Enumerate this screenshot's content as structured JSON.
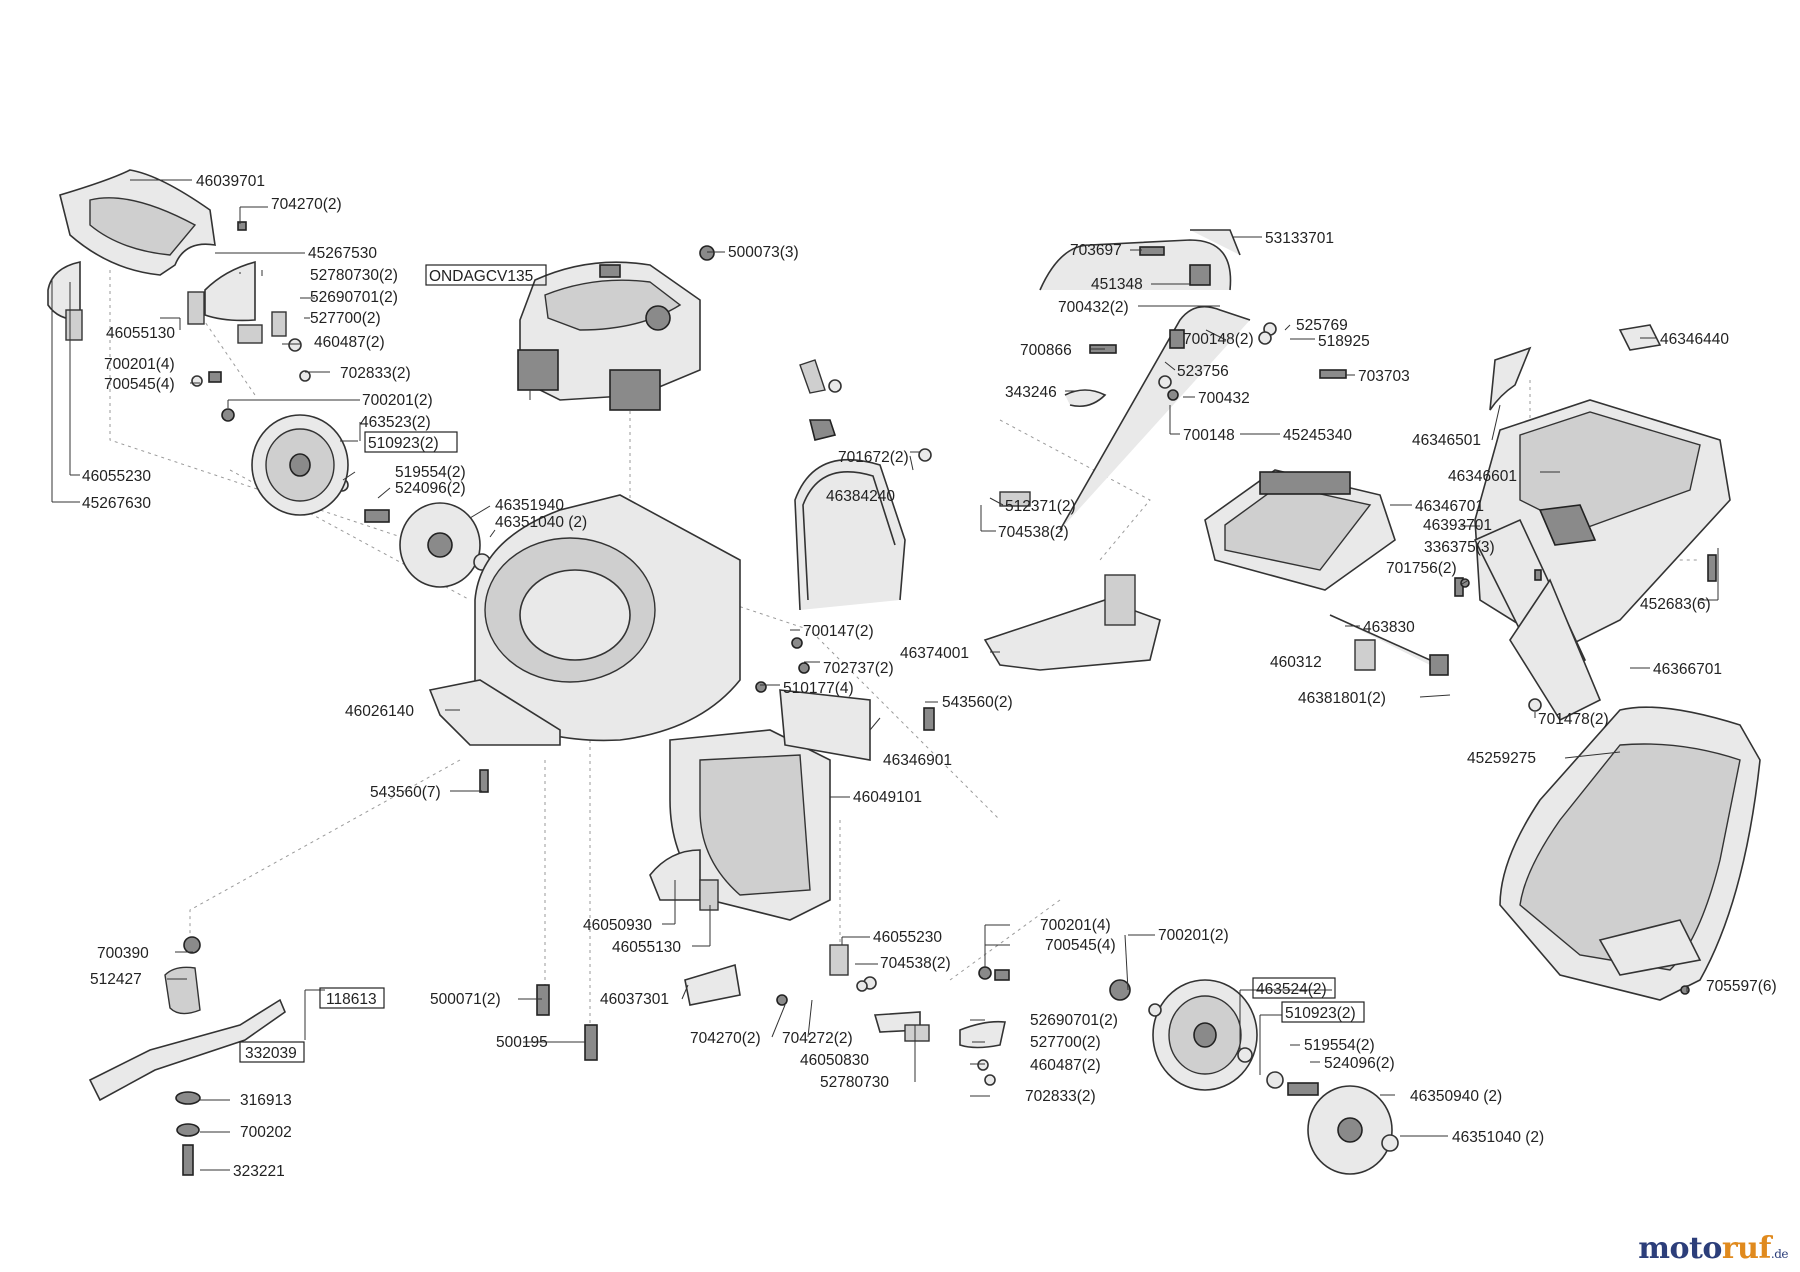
{
  "brand": {
    "part1": "moto",
    "part2": "ruf",
    "suffix": ".de",
    "primary_color": "#2c3e7a",
    "accent_color": "#e08a1e"
  },
  "labels": [
    {
      "id": "l0",
      "text": "46039701"
    },
    {
      "id": "l1",
      "text": "704270(2)"
    },
    {
      "id": "l2",
      "text": "45267530"
    },
    {
      "id": "l3",
      "text": "52780730(2)"
    },
    {
      "id": "l4",
      "text": "ONDAGCV135",
      "boxed": true
    },
    {
      "id": "l5",
      "text": "52690701(2)"
    },
    {
      "id": "l6",
      "text": "527700(2)"
    },
    {
      "id": "l7",
      "text": "46055130"
    },
    {
      "id": "l8",
      "text": "460487(2)"
    },
    {
      "id": "l9",
      "text": "700201(4)"
    },
    {
      "id": "l10",
      "text": "700545(4)"
    },
    {
      "id": "l11",
      "text": "702833(2)"
    },
    {
      "id": "l12",
      "text": "700201(2)"
    },
    {
      "id": "l13",
      "text": "463523(2)"
    },
    {
      "id": "l14",
      "text": "510923(2)",
      "boxed": true
    },
    {
      "id": "l15",
      "text": "46055230"
    },
    {
      "id": "l16",
      "text": "519554(2)"
    },
    {
      "id": "l17",
      "text": "45267630"
    },
    {
      "id": "l18",
      "text": "524096(2)"
    },
    {
      "id": "l19",
      "text": "46351940"
    },
    {
      "id": "l20",
      "text": "46351040 (2)"
    },
    {
      "id": "l21",
      "text": "500073(3)"
    },
    {
      "id": "l22",
      "text": "703697"
    },
    {
      "id": "l23",
      "text": "53133701"
    },
    {
      "id": "l24",
      "text": "451348"
    },
    {
      "id": "l25",
      "text": "700432(2)"
    },
    {
      "id": "l26",
      "text": "525769"
    },
    {
      "id": "l27",
      "text": "700148(2)"
    },
    {
      "id": "l28",
      "text": "518925"
    },
    {
      "id": "l29",
      "text": "46346440"
    },
    {
      "id": "l30",
      "text": "700866"
    },
    {
      "id": "l31",
      "text": "523756"
    },
    {
      "id": "l32",
      "text": "703703"
    },
    {
      "id": "l33",
      "text": "343246"
    },
    {
      "id": "l34",
      "text": "700432"
    },
    {
      "id": "l35",
      "text": "700148"
    },
    {
      "id": "l36",
      "text": "45245340"
    },
    {
      "id": "l37",
      "text": "46346501"
    },
    {
      "id": "l38",
      "text": "701672(2)"
    },
    {
      "id": "l39",
      "text": "46346601"
    },
    {
      "id": "l40",
      "text": "46384240"
    },
    {
      "id": "l41",
      "text": "512371(2)"
    },
    {
      "id": "l42",
      "text": "46346701"
    },
    {
      "id": "l43",
      "text": "46393701"
    },
    {
      "id": "l44",
      "text": "704538(2)"
    },
    {
      "id": "l45",
      "text": "336375(3)"
    },
    {
      "id": "l46",
      "text": "701756(2)"
    },
    {
      "id": "l47",
      "text": "452683(6)"
    },
    {
      "id": "l48",
      "text": "700147(2)"
    },
    {
      "id": "l49",
      "text": "463830"
    },
    {
      "id": "l50",
      "text": "46374001"
    },
    {
      "id": "l51",
      "text": "460312"
    },
    {
      "id": "l52",
      "text": "46366701"
    },
    {
      "id": "l53",
      "text": "702737(2)"
    },
    {
      "id": "l54",
      "text": "510177(4)"
    },
    {
      "id": "l55",
      "text": "46381801(2)"
    },
    {
      "id": "l56",
      "text": "46026140"
    },
    {
      "id": "l57",
      "text": "543560(2)"
    },
    {
      "id": "l58",
      "text": "701478(2)"
    },
    {
      "id": "l59",
      "text": "46346901"
    },
    {
      "id": "l60",
      "text": "45259275"
    },
    {
      "id": "l61",
      "text": "543560(7)"
    },
    {
      "id": "l62",
      "text": "46049101"
    },
    {
      "id": "l63",
      "text": "46050930"
    },
    {
      "id": "l64",
      "text": "46055130"
    },
    {
      "id": "l65",
      "text": "700390"
    },
    {
      "id": "l66",
      "text": "46055230"
    },
    {
      "id": "l67",
      "text": "700201(4)"
    },
    {
      "id": "l68",
      "text": "700201(2)"
    },
    {
      "id": "l69",
      "text": "704538(2)"
    },
    {
      "id": "l70",
      "text": "700545(4)"
    },
    {
      "id": "l71",
      "text": "512427"
    },
    {
      "id": "l72",
      "text": "118613",
      "boxed": true
    },
    {
      "id": "l73",
      "text": "500071(2)"
    },
    {
      "id": "l74",
      "text": "46037301"
    },
    {
      "id": "l75",
      "text": "463524(2)",
      "boxed": true
    },
    {
      "id": "l76",
      "text": "510923(2)",
      "boxed": true
    },
    {
      "id": "l77",
      "text": "705597(6)"
    },
    {
      "id": "l78",
      "text": "500195"
    },
    {
      "id": "l79",
      "text": "704270(2)"
    },
    {
      "id": "l80",
      "text": "704272(2)"
    },
    {
      "id": "l81",
      "text": "52690701(2)"
    },
    {
      "id": "l82",
      "text": "332039",
      "boxed": true
    },
    {
      "id": "l83",
      "text": "46050830"
    },
    {
      "id": "l84",
      "text": "527700(2)"
    },
    {
      "id": "l85",
      "text": "519554(2)"
    },
    {
      "id": "l86",
      "text": "524096(2)"
    },
    {
      "id": "l87",
      "text": "52780730"
    },
    {
      "id": "l88",
      "text": "460487(2)"
    },
    {
      "id": "l89",
      "text": "316913"
    },
    {
      "id": "l90",
      "text": "46350940 (2)"
    },
    {
      "id": "l91",
      "text": "702833(2)"
    },
    {
      "id": "l92",
      "text": "46351040 (2)"
    },
    {
      "id": "l93",
      "text": "700202"
    },
    {
      "id": "l94",
      "text": "323221"
    }
  ]
}
